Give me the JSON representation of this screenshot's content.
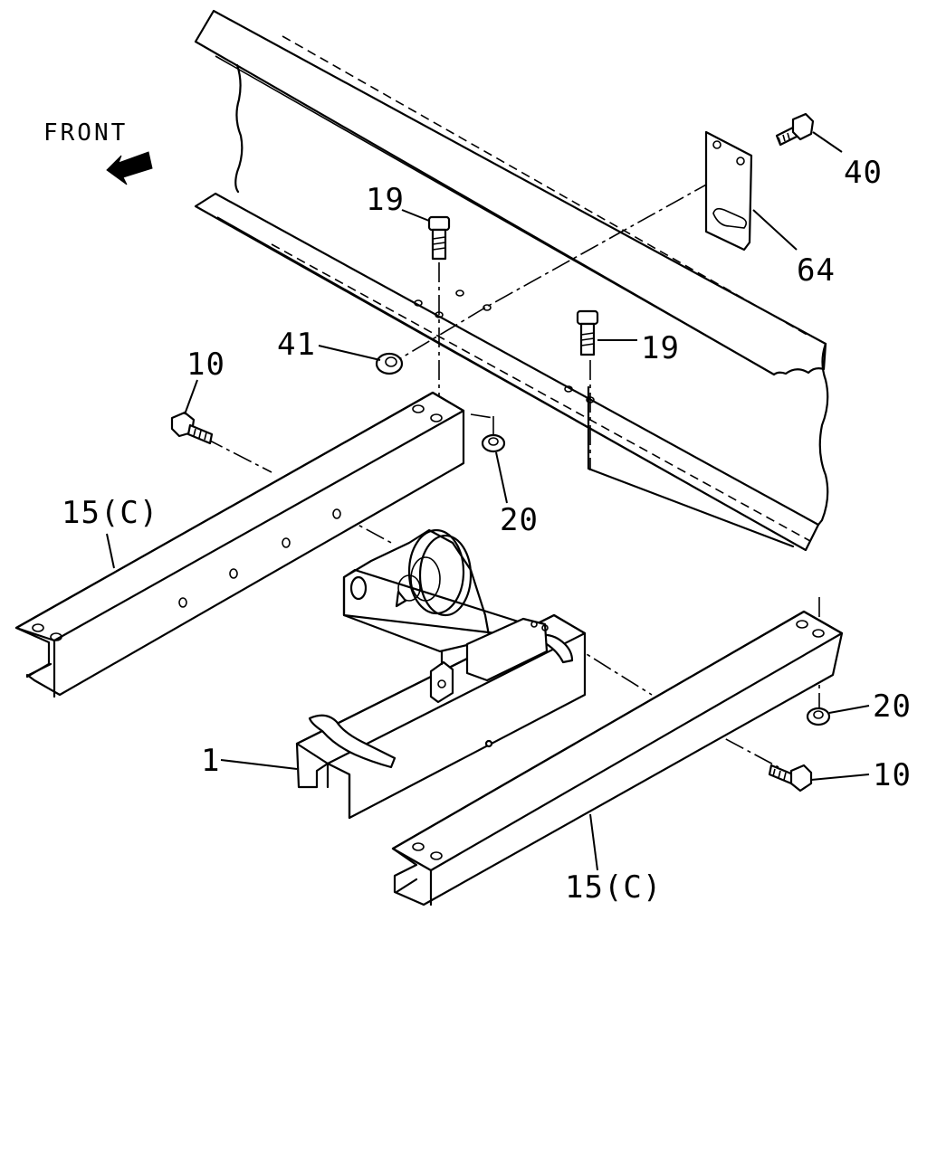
{
  "direction": {
    "label": "FRONT",
    "arrow_icon": "front-arrow-icon"
  },
  "callouts": {
    "bolt_40": "40",
    "bracket_64": "64",
    "bolt_19_upper": "19",
    "bolt_19_lower": "19",
    "nut_41": "41",
    "bolt_10_left": "10",
    "nut_20_upper": "20",
    "channel_15c_left": "15(C)",
    "nut_20_lower": "20",
    "bolt_10_right": "10",
    "carrier_1": "1",
    "channel_15c_right": "15(C)"
  }
}
